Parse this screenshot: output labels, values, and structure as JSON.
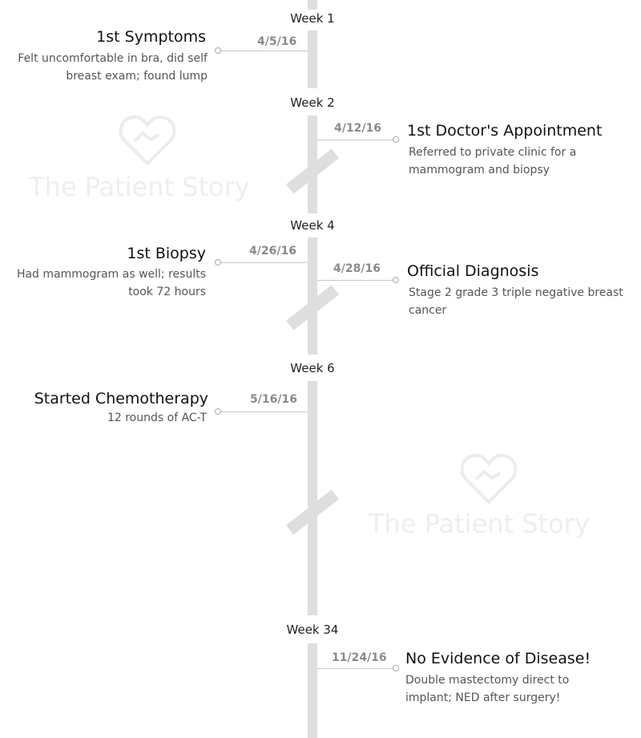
{
  "weeks": [
    "Week 1",
    "Week 2",
    "Week 4",
    "Week 6",
    "Week 34"
  ],
  "events": [
    {
      "date": "4/5/16",
      "title": "1st Symptoms",
      "desc": "Felt uncomfortable in bra, did self breast exam; found lump"
    },
    {
      "date": "4/12/16",
      "title": "1st Doctor's Appointment",
      "desc": "Referred to private clinic for a mammogram and biopsy"
    },
    {
      "date": "4/26/16",
      "title": "1st Biopsy",
      "desc": "Had mammogram as well; results took 72 hours"
    },
    {
      "date": "4/28/16",
      "title": "Official Diagnosis",
      "desc": "Stage 2 grade 3 triple negative breast cancer"
    },
    {
      "date": "5/16/16",
      "title": "Started Chemotherapy",
      "desc": "12 rounds of AC-T"
    },
    {
      "date": "11/24/16",
      "title": "No Evidence of Disease!",
      "desc": "Double mastectomy direct to implant; NED after surgery!"
    }
  ],
  "watermark": {
    "text": "The Patient Story",
    "icon": "heart-handshake-icon"
  },
  "colors": {
    "bar": "#dedede",
    "title": "#111111",
    "date": "#8a8a8a",
    "desc": "#555555"
  }
}
